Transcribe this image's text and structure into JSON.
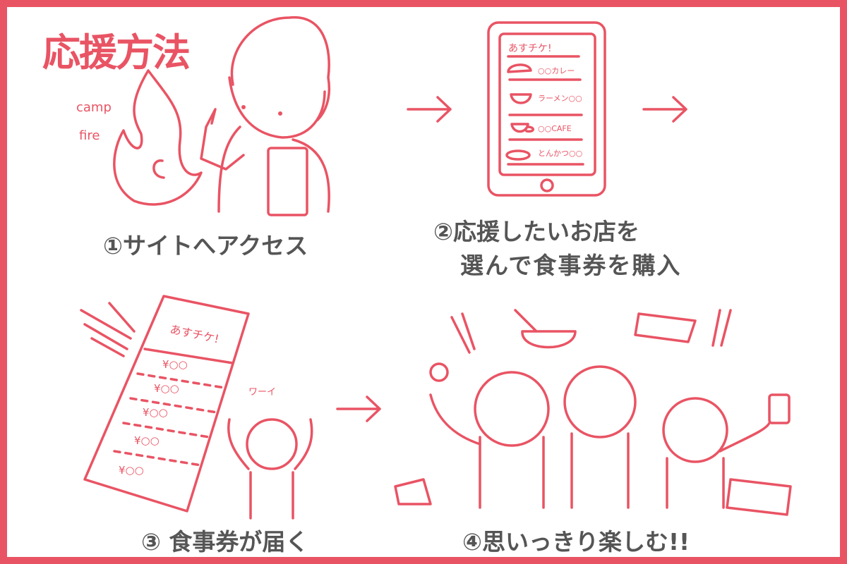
{
  "title": "応援方法",
  "colors": {
    "accent": "#e95464",
    "caption": "#555555"
  },
  "step1": {
    "caption": "①サイトへアクセス",
    "logo_line1": "camp",
    "logo_line2": "fire"
  },
  "step2": {
    "caption_line1": "②応援したいお店を",
    "caption_line2": "選んで食事券を購入",
    "app_title": "あすチケ!",
    "menu": [
      "○○カレー",
      "ラーメン○○",
      "○○CAFE",
      "とんかつ○○"
    ]
  },
  "step3": {
    "caption": "③ 食事券が届く",
    "ticket_title": "あすチケ!",
    "tickets": [
      "¥○○",
      "¥○○",
      "¥○○",
      "¥○○",
      "¥○○"
    ],
    "exclaim": "ワーイ"
  },
  "step4": {
    "caption": "④思いっきり楽しむ!!"
  },
  "arrows": [
    "arrow-right",
    "arrow-right",
    "arrow-right"
  ]
}
